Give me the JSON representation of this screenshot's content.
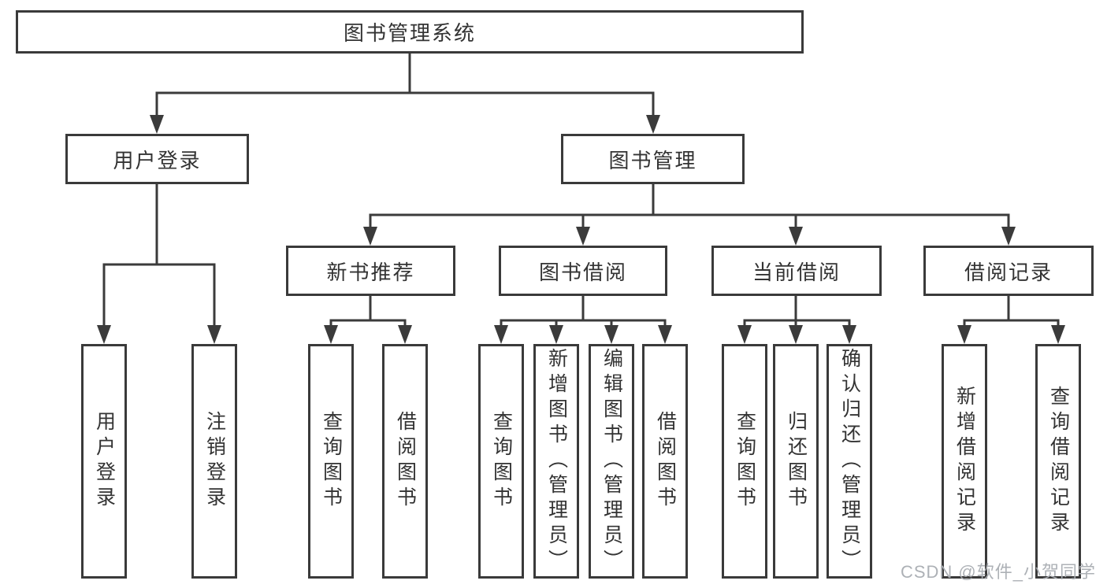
{
  "diagram_title": "图书管理系统",
  "tree": {
    "label": "图书管理系统",
    "children": [
      {
        "label": "用户登录",
        "children": [
          {
            "label": "用户登录"
          },
          {
            "label": "注销登录"
          }
        ]
      },
      {
        "label": "图书管理",
        "children": [
          {
            "label": "新书推荐",
            "children": [
              {
                "label": "查询图书"
              },
              {
                "label": "借阅图书"
              }
            ]
          },
          {
            "label": "图书借阅",
            "children": [
              {
                "label": "查询图书"
              },
              {
                "label": "新增图书（管理员）"
              },
              {
                "label": "编辑图书（管理员）"
              },
              {
                "label": "借阅图书"
              }
            ]
          },
          {
            "label": "当前借阅",
            "children": [
              {
                "label": "查询图书"
              },
              {
                "label": "归还图书"
              },
              {
                "label": "确认归还（管理员）"
              }
            ]
          },
          {
            "label": "借阅记录",
            "children": [
              {
                "label": "新增借阅记录"
              },
              {
                "label": "查询借阅记录"
              }
            ]
          }
        ]
      }
    ]
  },
  "watermark": {
    "text": "CSDN @软件_小贺同学"
  },
  "colors": {
    "line": "#3b3b3b",
    "border": "#3a3a3a",
    "text": "#333333",
    "watermark": "#a9adb3",
    "background": "#ffffff"
  }
}
